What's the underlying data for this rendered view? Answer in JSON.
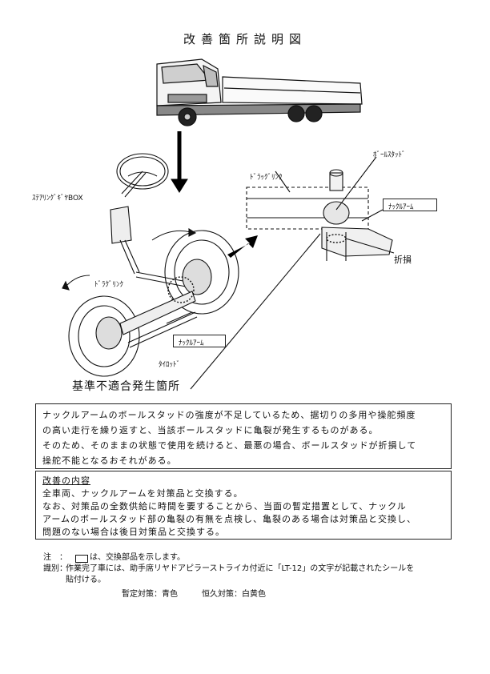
{
  "title": "改善箇所説明図",
  "labels": {
    "steering_gear_box": "ｽﾃｱﾘﾝｸﾞｷﾞﾔBOX",
    "drag_link_left": "ﾄﾞﾗｸﾞﾘﾝｸ",
    "knuckle_arm_left": "ﾅｯｸﾙｱｰﾑ",
    "tie_rod": "ﾀｲﾛｯﾄﾞ",
    "drag_link_detail": "ﾄﾞﾗｯｸﾞﾘﾝｸ",
    "ball_stud": "ﾎﾞｰﾙｽﾀｯﾄﾞ",
    "knuckle_arm_detail": "ﾅｯｸﾙｱｰﾑ",
    "breakage": "折損",
    "nonconformity_location": "基準不適合発生箇所"
  },
  "defect": {
    "line1": "ナックルアームのボールスタッドの強度が不足しているため、据切りの多用や操舵頻度",
    "line2": "の高い走行を繰り返すと、当該ボールスタッドに亀裂が発生するものがある。",
    "line3": "そのため、そのままの状態で使用を続けると、最悪の場合、ボールスタッドが折損して",
    "line4": "操舵不能となるおそれがある。"
  },
  "improvement": {
    "heading": "改善の内容",
    "line1": "全車両、ナックルアームを対策品と交換する。",
    "line2": "なお、対策品の全数供給に時間を要することから、当面の暫定措置として、ナックル",
    "line3": "アームのボールスタッド部の亀裂の有無を点検し、亀裂のある場合は対策品と交換し、",
    "line4": "問題のない場合は後日対策品と交換する。"
  },
  "notes": {
    "note_label": "注　：",
    "note_text": "は、交換部品を示します。",
    "id_label": "識別：",
    "id_line1": "作業完了車には、助手席リヤドアピラーストライカ付近に「LT-12」の文字が記載されたシールを",
    "id_line2": "貼付ける。",
    "temp_label": "暫定対策：青色",
    "perm_label": "恒久対策：白黄色"
  }
}
